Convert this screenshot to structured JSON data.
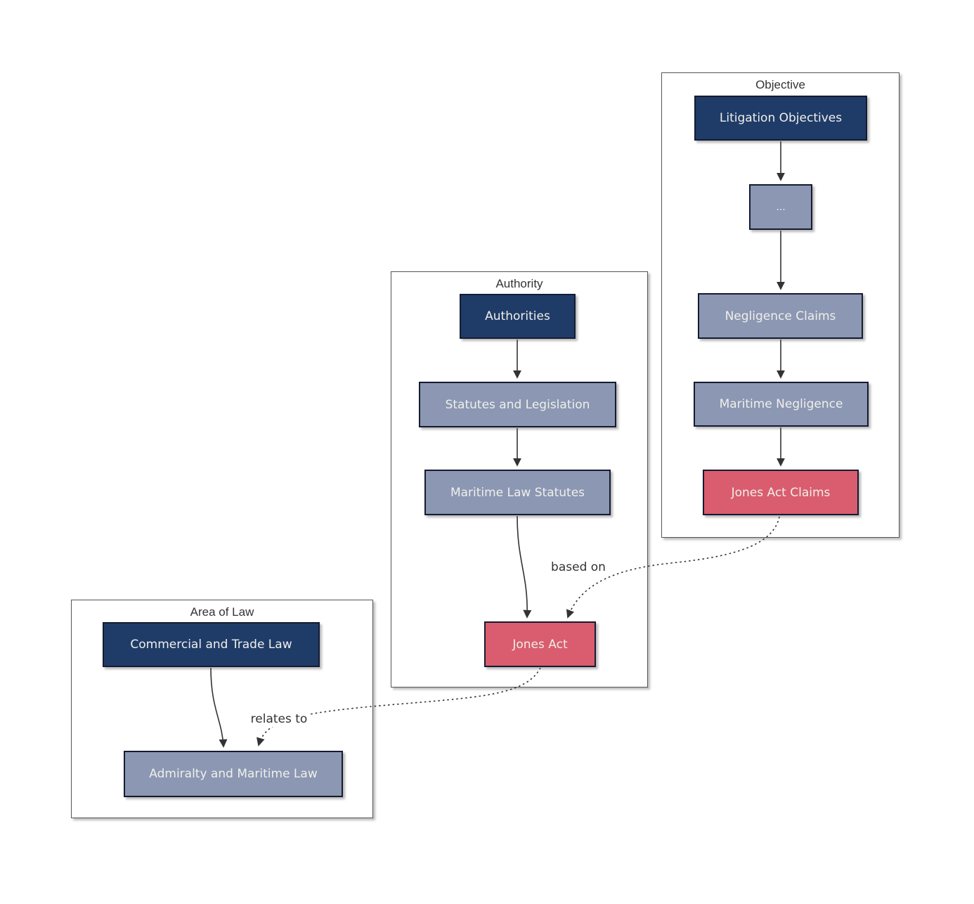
{
  "clusters": {
    "objective": {
      "title": "Objective"
    },
    "authority": {
      "title": "Authority"
    },
    "area_of_law": {
      "title": "Area of Law"
    }
  },
  "nodes": {
    "litigation_objectives": {
      "label": "Litigation Objectives",
      "role": "primary"
    },
    "ellipsis": {
      "label": "...",
      "role": "secondary"
    },
    "negligence_claims": {
      "label": "Negligence Claims",
      "role": "secondary"
    },
    "maritime_negligence": {
      "label": "Maritime Negligence",
      "role": "secondary"
    },
    "jones_act_claims": {
      "label": "Jones Act Claims",
      "role": "highlight"
    },
    "authorities": {
      "label": "Authorities",
      "role": "primary"
    },
    "statutes_and_legislation": {
      "label": "Statutes and Legislation",
      "role": "secondary"
    },
    "maritime_law_statutes": {
      "label": "Maritime Law Statutes",
      "role": "secondary"
    },
    "jones_act": {
      "label": "Jones Act",
      "role": "highlight"
    },
    "commercial_and_trade_law": {
      "label": "Commercial and Trade Law",
      "role": "primary"
    },
    "admiralty_and_maritime_law": {
      "label": "Admiralty and Maritime Law",
      "role": "secondary"
    }
  },
  "edge_labels": {
    "based_on": "based on",
    "relates_to": "relates to"
  },
  "edges": [
    {
      "from": "litigation_objectives",
      "to": "ellipsis",
      "style": "solid"
    },
    {
      "from": "ellipsis",
      "to": "negligence_claims",
      "style": "solid"
    },
    {
      "from": "negligence_claims",
      "to": "maritime_negligence",
      "style": "solid"
    },
    {
      "from": "maritime_negligence",
      "to": "jones_act_claims",
      "style": "solid"
    },
    {
      "from": "authorities",
      "to": "statutes_and_legislation",
      "style": "solid"
    },
    {
      "from": "statutes_and_legislation",
      "to": "maritime_law_statutes",
      "style": "solid"
    },
    {
      "from": "maritime_law_statutes",
      "to": "jones_act",
      "style": "solid"
    },
    {
      "from": "commercial_and_trade_law",
      "to": "admiralty_and_maritime_law",
      "style": "solid"
    },
    {
      "from": "jones_act_claims",
      "to": "jones_act",
      "style": "dotted",
      "label": "based on"
    },
    {
      "from": "jones_act",
      "to": "admiralty_and_maritime_law",
      "style": "dotted",
      "label": "relates to"
    }
  ],
  "colors": {
    "node_primary": "#1f3c69",
    "node_secondary": "#8b97b3",
    "node_highlight": "#d95d6e",
    "node_border": "#151b30",
    "node_text": "#f0efe9",
    "cluster_border": "#555555",
    "cluster_bg": "#ffffff",
    "title_text": "#333333",
    "edge_color": "#333333",
    "edge_label_text": "#333333",
    "background": "#ffffff"
  }
}
